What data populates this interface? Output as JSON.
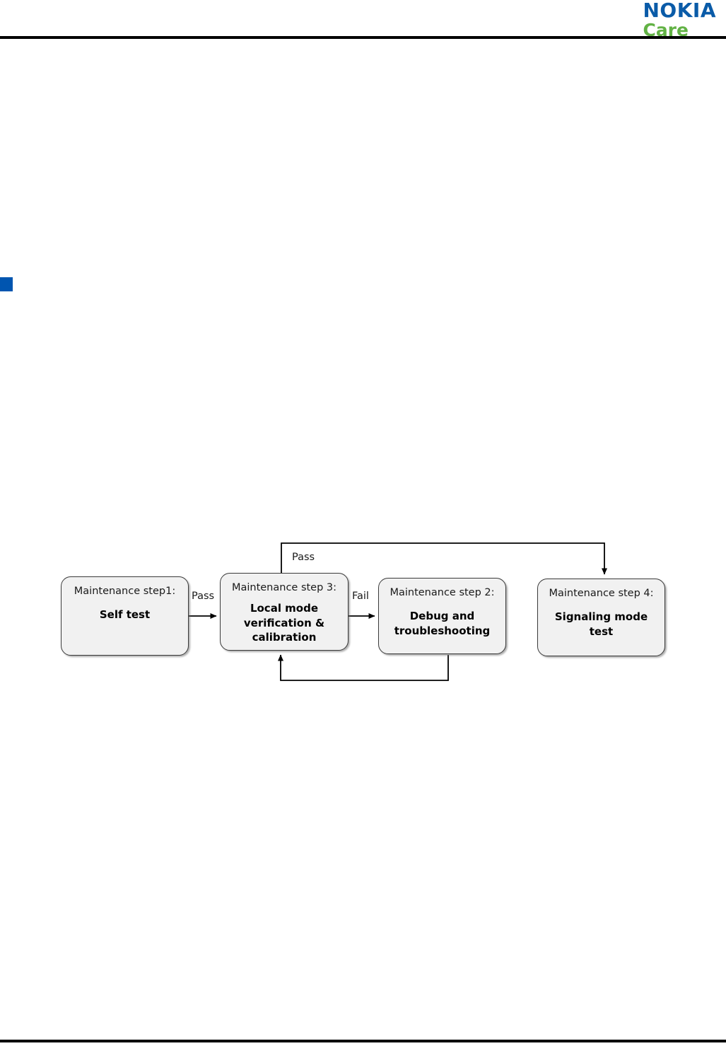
{
  "header": {
    "logo": {
      "icon": "nokia-care-logo",
      "primary_text": "NOKIA",
      "secondary_text": "Care",
      "primary_color": "#0A5BA8",
      "secondary_color": "#62B245"
    }
  },
  "section_marker": {
    "color": "#0055B0"
  },
  "chart_data": {
    "type": "diagram",
    "title": "",
    "nodes": [
      {
        "id": "step1",
        "caption": "Maintenance step1:",
        "title": "Self test"
      },
      {
        "id": "step3",
        "caption": "Maintenance step 3:",
        "title": "Local mode verification & calibration"
      },
      {
        "id": "step2",
        "caption": "Maintenance step 2:",
        "title": "Debug and troubleshooting"
      },
      {
        "id": "step4",
        "caption": "Maintenance step 4:",
        "title": "Signaling mode test"
      }
    ],
    "edges": [
      {
        "from": "step1",
        "to": "step3",
        "label": "Pass"
      },
      {
        "from": "step3",
        "to": "step2",
        "label": "Fail"
      },
      {
        "from": "step3",
        "to": "step4",
        "label": "Pass"
      },
      {
        "from": "step2",
        "to": "step3",
        "label": ""
      }
    ],
    "node_fill": "#F1F1F1",
    "node_border": "#3A3A3A",
    "edge_color": "#000000"
  },
  "flow": {
    "step1": {
      "caption": "Maintenance step1:",
      "title": "Self test"
    },
    "step3": {
      "caption": "Maintenance step 3:",
      "title_line1": "Local mode",
      "title_line2": "verification &",
      "title_line3": "calibration"
    },
    "step2": {
      "caption": "Maintenance step 2:",
      "title_line1": "Debug and",
      "title_line2": "troubleshooting"
    },
    "step4": {
      "caption": "Maintenance step 4:",
      "title_line1": "Signaling mode",
      "title_line2": "test"
    },
    "labels": {
      "pass_1to3": "Pass",
      "fail_3to2": "Fail",
      "pass_3to4": "Pass"
    }
  }
}
